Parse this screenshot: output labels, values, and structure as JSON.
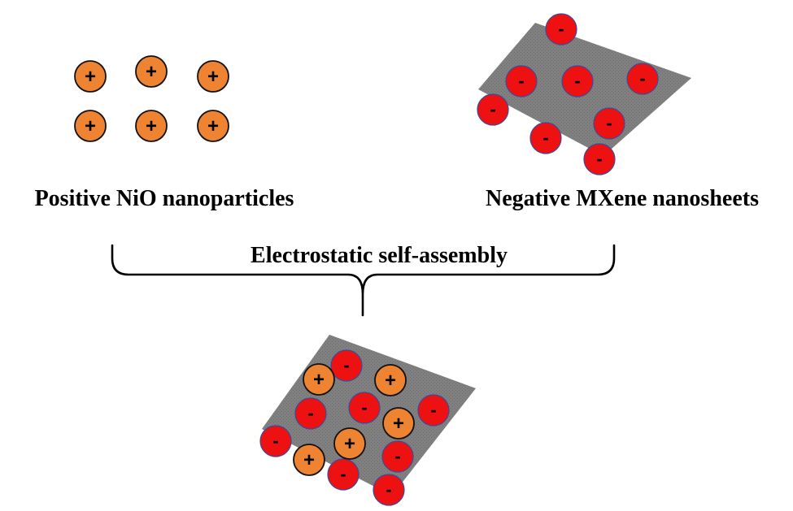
{
  "labels": {
    "positive": "Positive NiO nanoparticles",
    "negative": "Negative MXene nanosheets",
    "process": "Electrostatic self-assembly"
  },
  "signs": {
    "positive": "+",
    "negative": "-"
  },
  "colors": {
    "nio_particle": "#ee8432",
    "mxene_particle": "#ee1111",
    "sheet": "#808080",
    "sheet_dots": "#6e6e6e",
    "outline": "#111111",
    "neg_outline": "#3a4a9a",
    "brace": "#000000"
  }
}
